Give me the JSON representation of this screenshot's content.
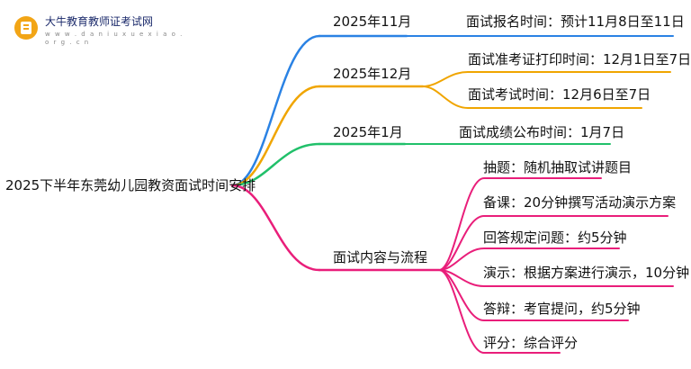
{
  "logo": {
    "name": "大牛教育教师证考试网",
    "url": "w w w . d a n i u x u e x i a o . o r g . c n"
  },
  "root": {
    "label": "2025下半年东莞幼儿园教资面试时间安排"
  },
  "colors": {
    "blue": "#2a82e4",
    "orange": "#f0a500",
    "green": "#21c06a",
    "magenta": "#e91e7a",
    "text": "#111111"
  },
  "branches": [
    {
      "label": "2025年11月",
      "color": "blue",
      "leaves": [
        {
          "label": "面试报名时间：预计11月8日至11日"
        }
      ]
    },
    {
      "label": "2025年12月",
      "color": "orange",
      "leaves": [
        {
          "label": "面试准考证打印时间：12月1日至7日"
        },
        {
          "label": "面试考试时间：12月6日至7日"
        }
      ]
    },
    {
      "label": "2025年1月",
      "color": "green",
      "leaves": [
        {
          "label": "面试成绩公布时间：1月7日"
        }
      ]
    },
    {
      "label": "面试内容与流程",
      "color": "magenta",
      "leaves": [
        {
          "label": "抽题：随机抽取试讲题目"
        },
        {
          "label": "备课：20分钟撰写活动演示方案"
        },
        {
          "label": "回答规定问题：约5分钟"
        },
        {
          "label": "演示：根据方案进行演示，10分钟"
        },
        {
          "label": "答辩：考官提问，约5分钟"
        },
        {
          "label": "评分：综合评分"
        }
      ]
    }
  ]
}
